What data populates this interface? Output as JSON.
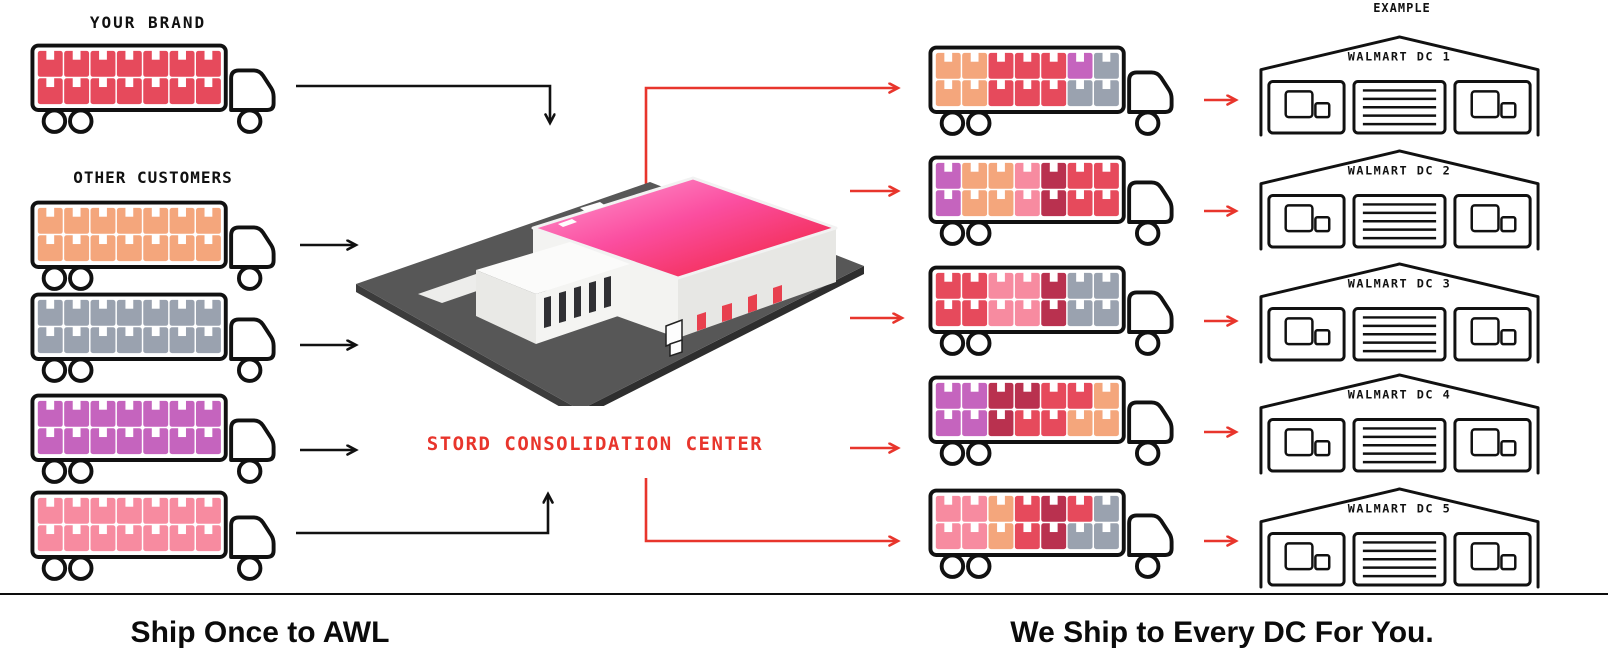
{
  "labels": {
    "your_brand": "YOUR BRAND",
    "other_customers": "OTHER CUSTOMERS",
    "example": "EXAMPLE",
    "center": "STORD CONSOLIDATION CENTER"
  },
  "captions": {
    "left": "Ship Once to AWL",
    "right": "We Ship to Every DC For You."
  },
  "palette": {
    "red": "#e64a5c",
    "darkred": "#b9314f",
    "orange": "#f4a67c",
    "gray": "#9aa2af",
    "purple": "#c564be",
    "pink": "#f78ba0",
    "arrow_red": "#e8352c",
    "ink": "#111111"
  },
  "left_trucks": [
    {
      "id": "your-brand-truck",
      "rows": [
        [
          "red",
          "red",
          "red",
          "red",
          "red",
          "red",
          "red"
        ],
        [
          "red",
          "red",
          "red",
          "red",
          "red",
          "red",
          "red"
        ]
      ]
    },
    {
      "id": "customer-truck-orange",
      "rows": [
        [
          "orange",
          "orange",
          "orange",
          "orange",
          "orange",
          "orange",
          "orange"
        ],
        [
          "orange",
          "orange",
          "orange",
          "orange",
          "orange",
          "orange",
          "orange"
        ]
      ]
    },
    {
      "id": "customer-truck-gray",
      "rows": [
        [
          "gray",
          "gray",
          "gray",
          "gray",
          "gray",
          "gray",
          "gray"
        ],
        [
          "gray",
          "gray",
          "gray",
          "gray",
          "gray",
          "gray",
          "gray"
        ]
      ]
    },
    {
      "id": "customer-truck-purple",
      "rows": [
        [
          "purple",
          "purple",
          "purple",
          "purple",
          "purple",
          "purple",
          "purple"
        ],
        [
          "purple",
          "purple",
          "purple",
          "purple",
          "purple",
          "purple",
          "purple"
        ]
      ]
    },
    {
      "id": "customer-truck-pink",
      "rows": [
        [
          "pink",
          "pink",
          "pink",
          "pink",
          "pink",
          "pink",
          "pink"
        ],
        [
          "pink",
          "pink",
          "pink",
          "pink",
          "pink",
          "pink",
          "pink"
        ]
      ]
    }
  ],
  "right_trucks": [
    {
      "id": "outbound-truck-1",
      "rows": [
        [
          "orange",
          "orange",
          "red",
          "red",
          "red",
          "purple",
          "gray"
        ],
        [
          "orange",
          "orange",
          "red",
          "red",
          "red",
          "gray",
          "gray"
        ]
      ]
    },
    {
      "id": "outbound-truck-2",
      "rows": [
        [
          "purple",
          "orange",
          "orange",
          "pink",
          "darkred",
          "red",
          "red"
        ],
        [
          "purple",
          "orange",
          "orange",
          "pink",
          "darkred",
          "red",
          "red"
        ]
      ]
    },
    {
      "id": "outbound-truck-3",
      "rows": [
        [
          "red",
          "red",
          "pink",
          "pink",
          "darkred",
          "gray",
          "gray"
        ],
        [
          "red",
          "red",
          "pink",
          "pink",
          "darkred",
          "gray",
          "gray"
        ]
      ]
    },
    {
      "id": "outbound-truck-4",
      "rows": [
        [
          "purple",
          "purple",
          "darkred",
          "darkred",
          "red",
          "red",
          "orange"
        ],
        [
          "purple",
          "purple",
          "darkred",
          "red",
          "red",
          "orange",
          "orange"
        ]
      ]
    },
    {
      "id": "outbound-truck-5",
      "rows": [
        [
          "pink",
          "pink",
          "orange",
          "red",
          "darkred",
          "red",
          "gray"
        ],
        [
          "pink",
          "pink",
          "orange",
          "red",
          "darkred",
          "gray",
          "gray"
        ]
      ]
    }
  ],
  "warehouses": [
    {
      "name": "WALMART DC 1"
    },
    {
      "name": "WALMART DC 2"
    },
    {
      "name": "WALMART DC 3"
    },
    {
      "name": "WALMART DC 4"
    },
    {
      "name": "WALMART DC 5"
    }
  ]
}
